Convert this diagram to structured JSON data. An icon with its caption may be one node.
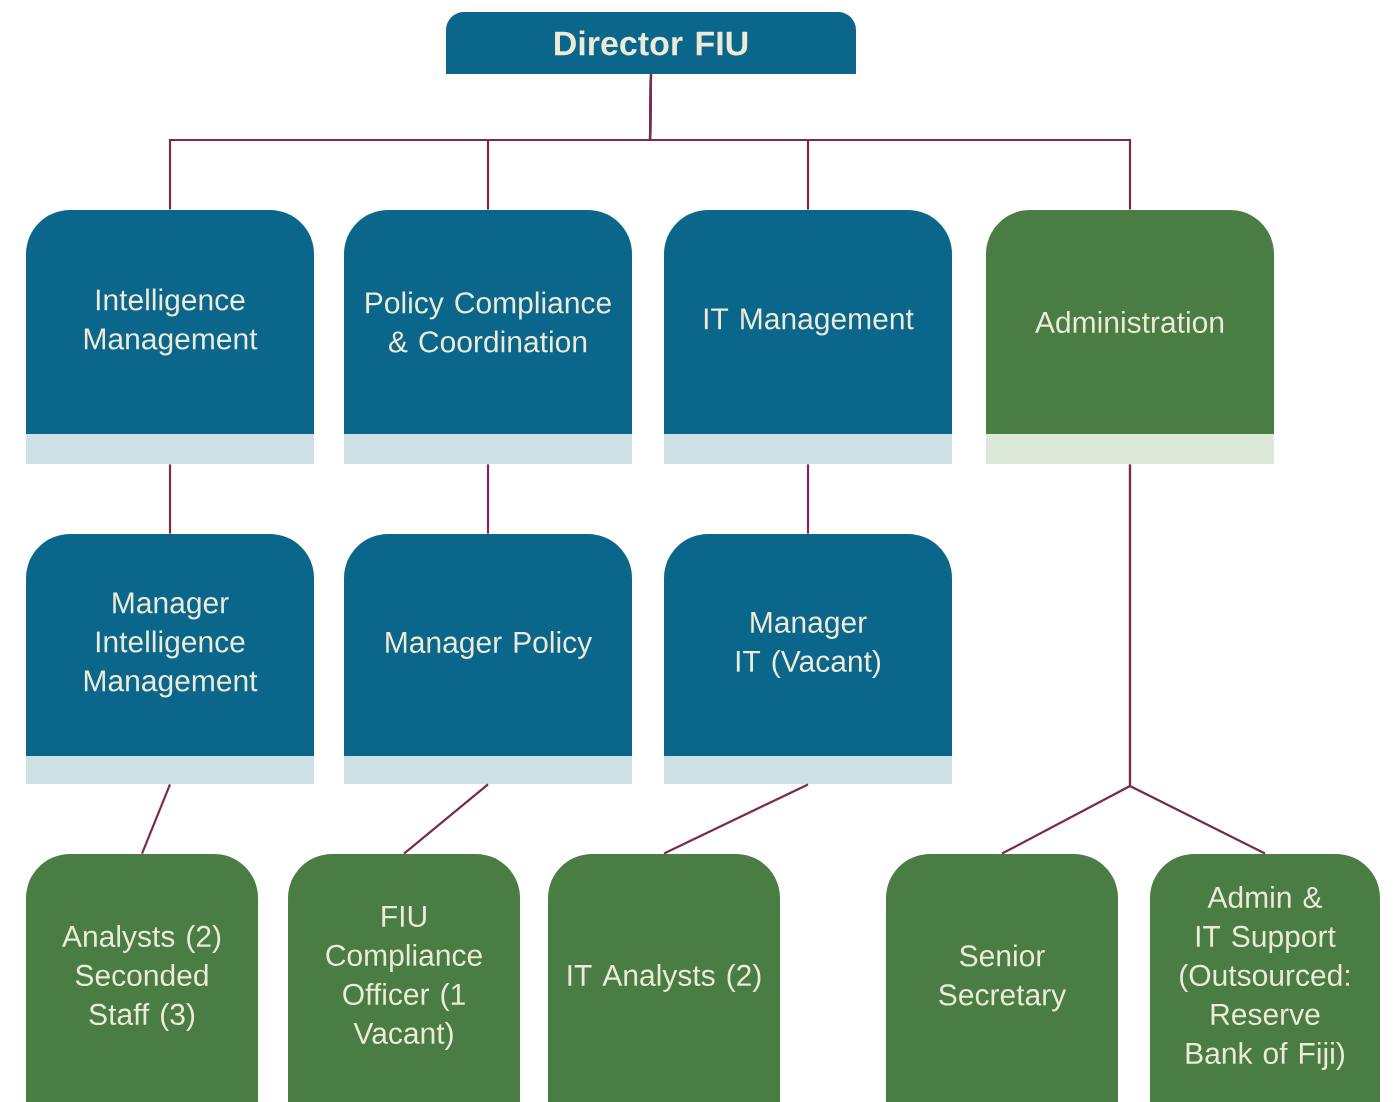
{
  "diagram": {
    "nodes": [
      {
        "text": [
          "Director FIU"
        ]
      },
      {
        "text": [
          "Intelligence Management"
        ]
      },
      {
        "text": [
          "Policy Compliance & Coordination"
        ]
      },
      {
        "text": [
          "IT Management"
        ]
      },
      {
        "text": [
          "Administration"
        ]
      },
      {
        "text": [
          "Manager Intelligence Management"
        ]
      },
      {
        "text": [
          "Manager Policy"
        ]
      },
      {
        "text": [
          "Manager IT (Vacant)"
        ]
      },
      {
        "text": [
          "Analysts (2) Seconded Staff (3)"
        ]
      },
      {
        "text": [
          "FIU Compliance Officer (1 Vacant)"
        ]
      },
      {
        "text": [
          "IT Analysts (2)"
        ]
      },
      {
        "text": [
          "Senior Secretary"
        ]
      },
      {
        "text": [
          "Admin & IT Support (Outsourced: Reserve Bank of Fiji)"
        ]
      }
    ],
    "edges": [
      {
        "from": 0,
        "to": 1,
        "arrow": "none"
      },
      {
        "from": 0,
        "to": 2,
        "arrow": "none"
      },
      {
        "from": 0,
        "to": 3,
        "arrow": "none"
      },
      {
        "from": 0,
        "to": 4,
        "arrow": "none"
      },
      {
        "from": 1,
        "to": 5,
        "arrow": "none"
      },
      {
        "from": 2,
        "to": 6,
        "arrow": "none"
      },
      {
        "from": 3,
        "to": 7,
        "arrow": "none"
      },
      {
        "from": 5,
        "to": 8,
        "arrow": "none"
      },
      {
        "from": 6,
        "to": 9,
        "arrow": "none"
      },
      {
        "from": 7,
        "to": 10,
        "arrow": "none"
      },
      {
        "from": 4,
        "to": 11,
        "arrow": "none"
      },
      {
        "from": 4,
        "to": 12,
        "arrow": "none"
      }
    ]
  }
}
